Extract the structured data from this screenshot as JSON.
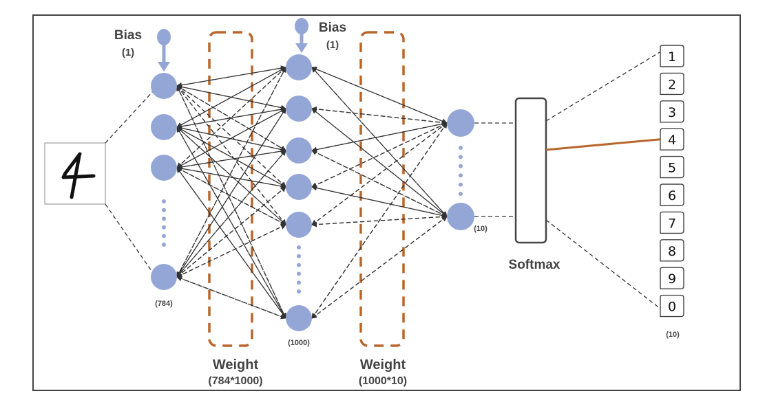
{
  "diagram": {
    "title": "MNIST fully-connected neural network with softmax output",
    "colors": {
      "node": "#94a6d6",
      "weight_box": "#b8662c",
      "edge": "#333333",
      "selected_edge": "#b8662c",
      "frame": "#444444",
      "text": "#444444"
    },
    "input": {
      "image_label": "handwritten digit 4",
      "digit_glyph": "4"
    },
    "layers": [
      {
        "id": "input-layer",
        "size_label": "(784)",
        "bias_label": "Bias",
        "bias_count": "(1)",
        "visible_nodes": 4
      },
      {
        "id": "hidden-layer",
        "size_label": "(1000)",
        "bias_label": "Bias",
        "bias_count": "(1)",
        "visible_nodes": 6
      },
      {
        "id": "output-layer",
        "size_label": "(10)",
        "visible_nodes": 2
      }
    ],
    "weights": [
      {
        "label": "Weight",
        "dims": "(784*1000)"
      },
      {
        "label": "Weight",
        "dims": "(1000*10)"
      }
    ],
    "softmax": {
      "label": "Softmax"
    },
    "classes": {
      "labels": [
        "1",
        "2",
        "3",
        "4",
        "5",
        "6",
        "7",
        "8",
        "9",
        "0"
      ],
      "count_label": "(10)",
      "selected": "4"
    }
  }
}
